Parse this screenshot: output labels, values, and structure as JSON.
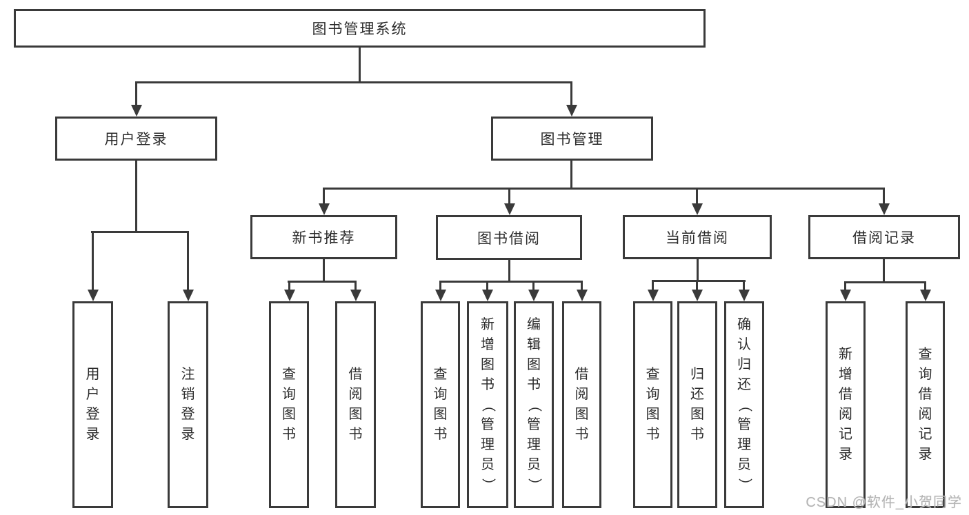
{
  "diagram_type": "hierarchy-tree",
  "colors": {
    "line": "#3a3a3a",
    "text": "#2b2b2b",
    "background": "#ffffff",
    "watermark": "#b5b5b5"
  },
  "tree": {
    "label": "图书管理系统",
    "children": [
      {
        "label": "用户登录",
        "children": [
          {
            "label": "用户登录"
          },
          {
            "label": "注销登录"
          }
        ]
      },
      {
        "label": "图书管理",
        "children": [
          {
            "label": "新书推荐",
            "children": [
              {
                "label": "查询图书"
              },
              {
                "label": "借阅图书"
              }
            ]
          },
          {
            "label": "图书借阅",
            "children": [
              {
                "label": "查询图书"
              },
              {
                "label": "新增图书（管理员）"
              },
              {
                "label": "编辑图书（管理员）"
              },
              {
                "label": "借阅图书"
              }
            ]
          },
          {
            "label": "当前借阅",
            "children": [
              {
                "label": "查询图书"
              },
              {
                "label": "归还图书"
              },
              {
                "label": "确认归还（管理员）"
              }
            ]
          },
          {
            "label": "借阅记录",
            "children": [
              {
                "label": "新增借阅记录"
              },
              {
                "label": "查询借阅记录"
              }
            ]
          }
        ]
      }
    ]
  },
  "watermark": {
    "text": "CSDN @软件_小贺同学"
  }
}
